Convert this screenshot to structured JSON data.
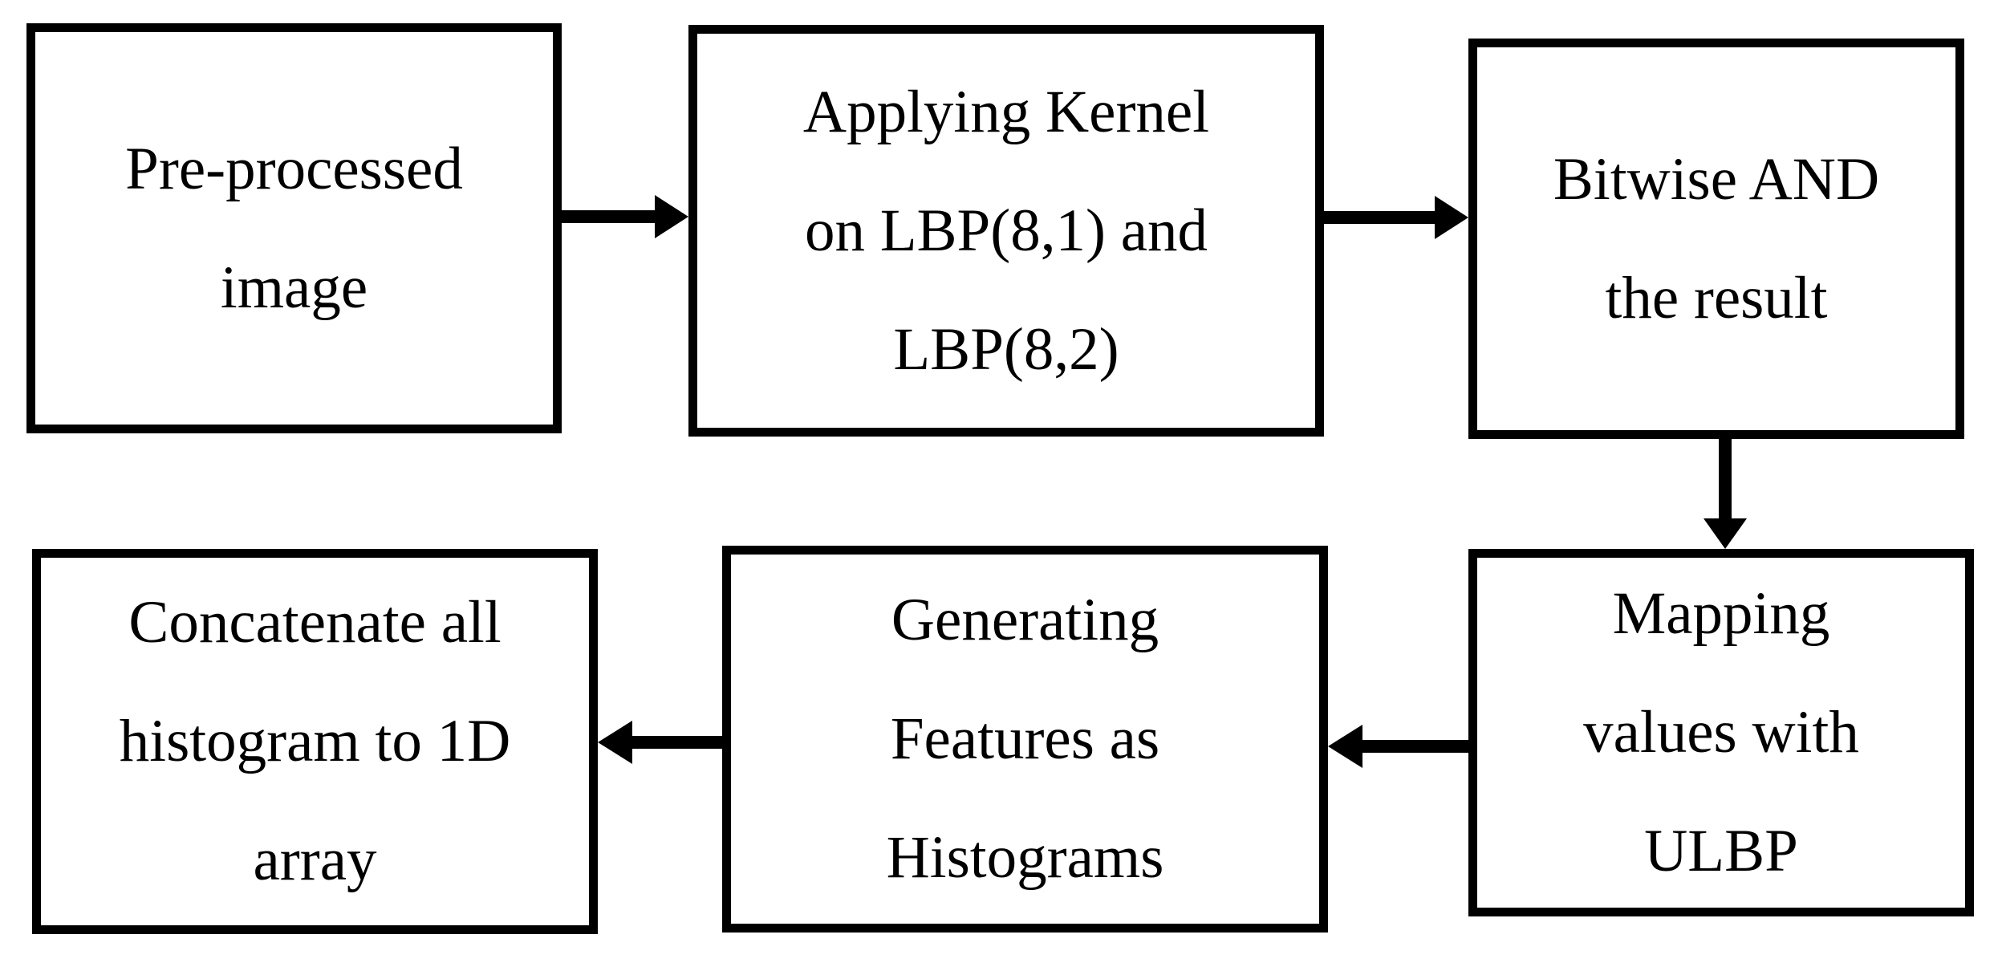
{
  "diagram": {
    "background_color": "#ffffff",
    "line_color": "#000000",
    "nodes": [
      {
        "id": "pre-processed-image",
        "label": "Pre-processed\nimage"
      },
      {
        "id": "applying-kernel",
        "label": "Applying Kernel\non LBP(8,1) and\nLBP(8,2)"
      },
      {
        "id": "bitwise-and",
        "label": "Bitwise AND\nthe result"
      },
      {
        "id": "mapping-ulbp",
        "label": "Mapping\nvalues with\nULBP"
      },
      {
        "id": "generating-histograms",
        "label": "Generating\nFeatures as\nHistograms"
      },
      {
        "id": "concatenate-1d",
        "label": "Concatenate all\nhistogram to 1D\narray"
      }
    ],
    "edges": [
      {
        "from": "pre-processed-image",
        "to": "applying-kernel",
        "direction": "right"
      },
      {
        "from": "applying-kernel",
        "to": "bitwise-and",
        "direction": "right"
      },
      {
        "from": "bitwise-and",
        "to": "mapping-ulbp",
        "direction": "down"
      },
      {
        "from": "mapping-ulbp",
        "to": "generating-histograms",
        "direction": "left"
      },
      {
        "from": "generating-histograms",
        "to": "concatenate-1d",
        "direction": "left"
      }
    ]
  }
}
